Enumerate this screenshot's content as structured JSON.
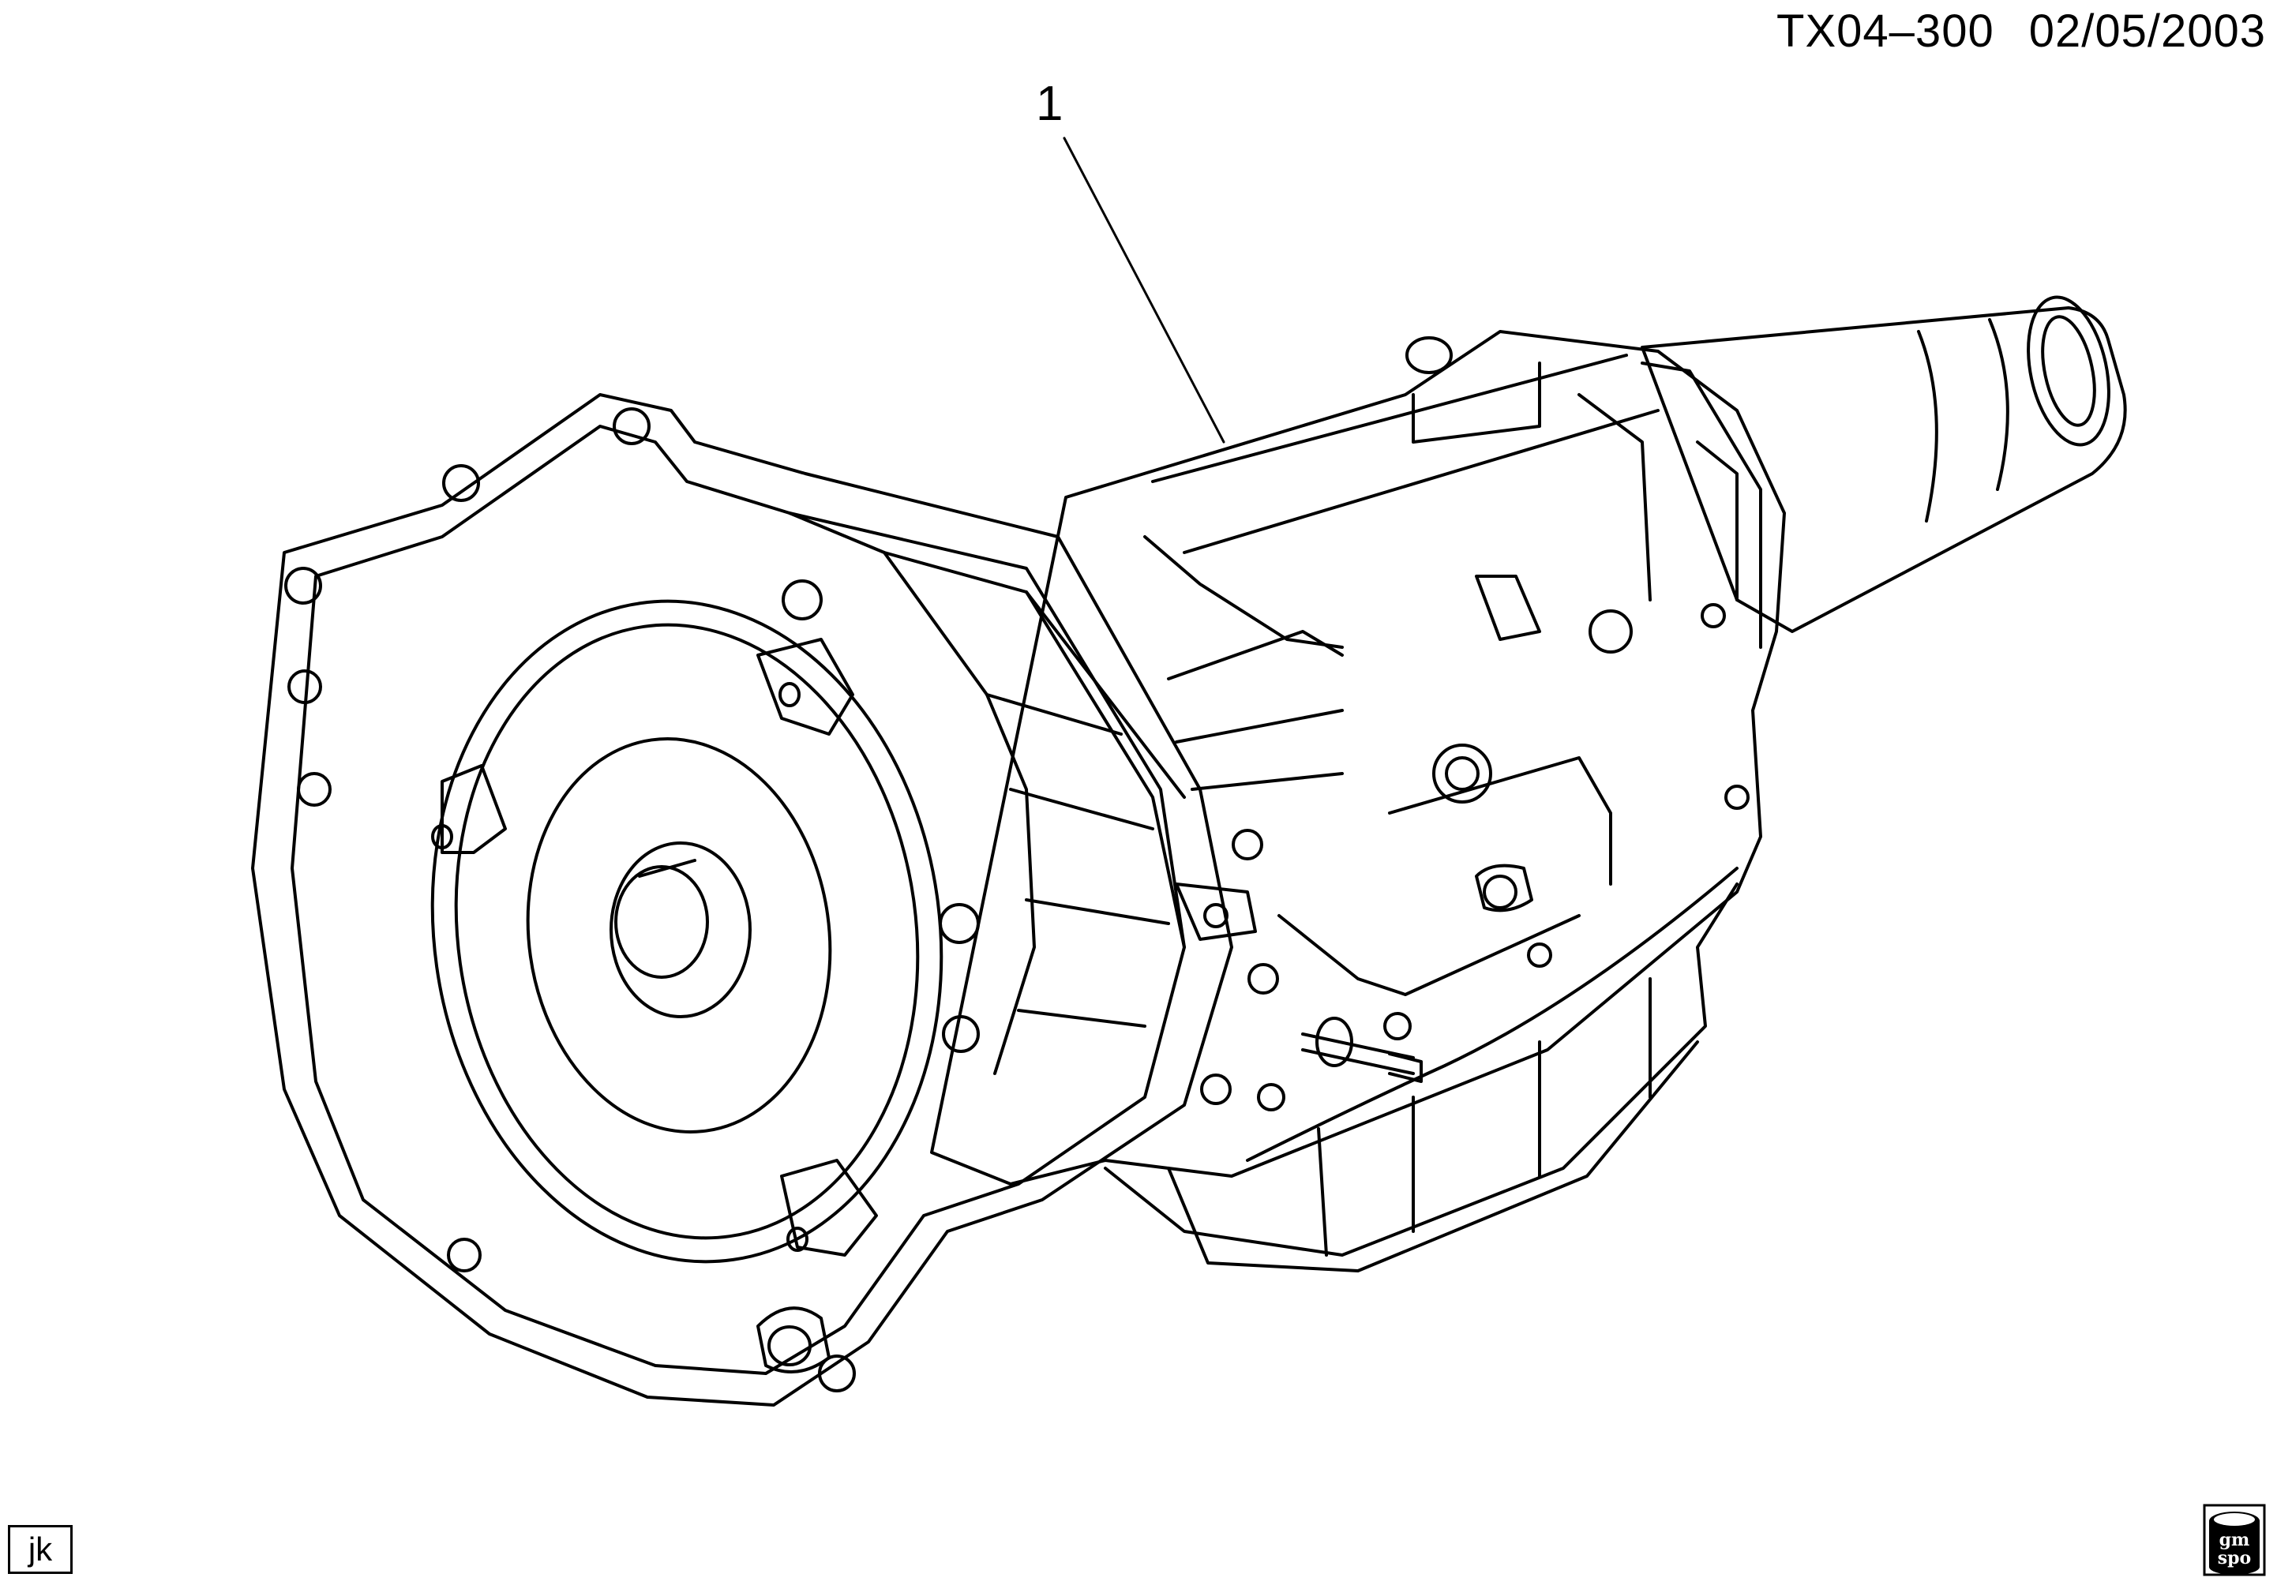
{
  "header": {
    "diagram_number": "TX04–300",
    "date": "02/05/2003"
  },
  "callouts": [
    {
      "label": "1"
    }
  ],
  "footer": {
    "initials": "jk",
    "logo": {
      "line1": "gm",
      "line2": "spo"
    }
  },
  "icons": {
    "logo": "gm-spo-logo-icon"
  }
}
